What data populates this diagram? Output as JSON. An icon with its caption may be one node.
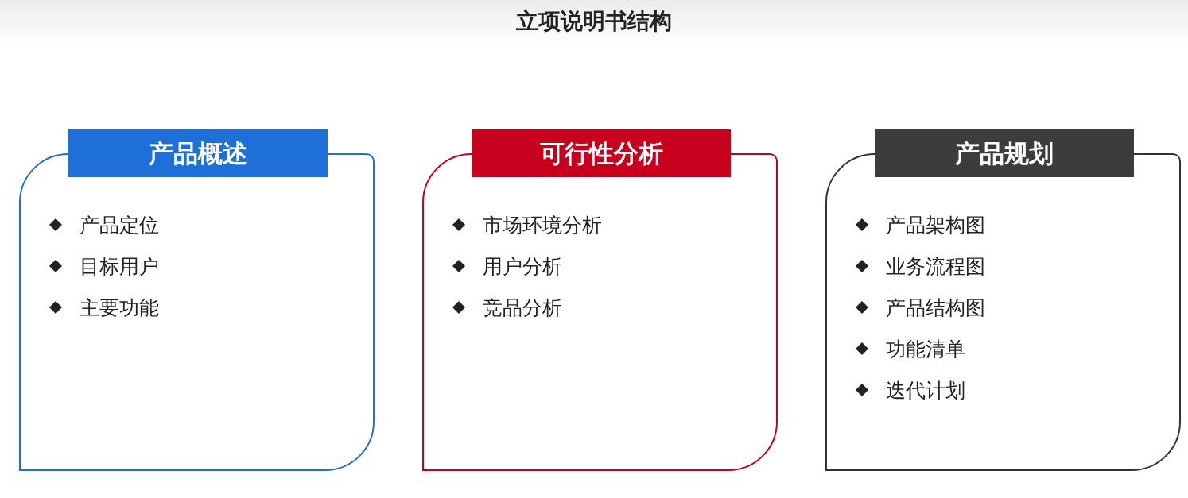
{
  "diagram": {
    "title": "立项说明书结构",
    "nodes": [
      {
        "text": [
          "产品概述",
          "产品定位",
          "目标用户",
          "主要功能"
        ]
      },
      {
        "text": [
          "可行性分析",
          "市场环境分析",
          "用户分析",
          "竞品分析"
        ]
      },
      {
        "text": [
          "产品规划",
          "产品架构图",
          "业务流程图",
          "产品结构图",
          "功能清单",
          "迭代计划"
        ]
      }
    ]
  }
}
